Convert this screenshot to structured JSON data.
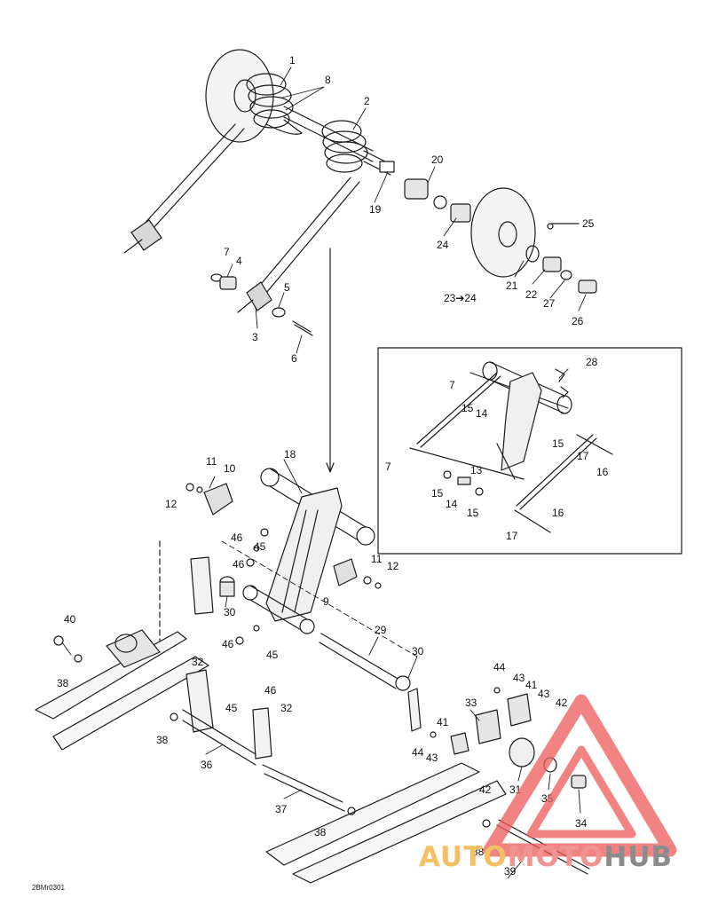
{
  "diagram": {
    "labels": [
      "1",
      "2",
      "3",
      "4",
      "5",
      "6",
      "7",
      "8",
      "19",
      "20",
      "21",
      "22",
      "23➔24",
      "24",
      "25",
      "26",
      "27",
      "28",
      "7",
      "7",
      "13",
      "14",
      "14",
      "15",
      "15",
      "15",
      "15",
      "16",
      "16",
      "17",
      "17",
      "9",
      "10",
      "11",
      "11",
      "12",
      "12",
      "18",
      "29",
      "30",
      "30",
      "31",
      "32",
      "32",
      "33",
      "34",
      "35",
      "36",
      "37",
      "38",
      "38",
      "38",
      "38",
      "39",
      "40",
      "41",
      "41",
      "42",
      "42",
      "43",
      "43",
      "43",
      "44",
      "44",
      "45",
      "45",
      "45",
      "46",
      "46",
      "46",
      "46"
    ],
    "reference_code": "2BMr0301"
  },
  "watermark": {
    "part1": "AUTO",
    "part2": "MOTO",
    "part3": "HUB",
    "color_part1": "#f4c064",
    "color_part2": "#f09393",
    "color_part3": "#8c8c8c",
    "logo_color": "#ee5a5a"
  }
}
